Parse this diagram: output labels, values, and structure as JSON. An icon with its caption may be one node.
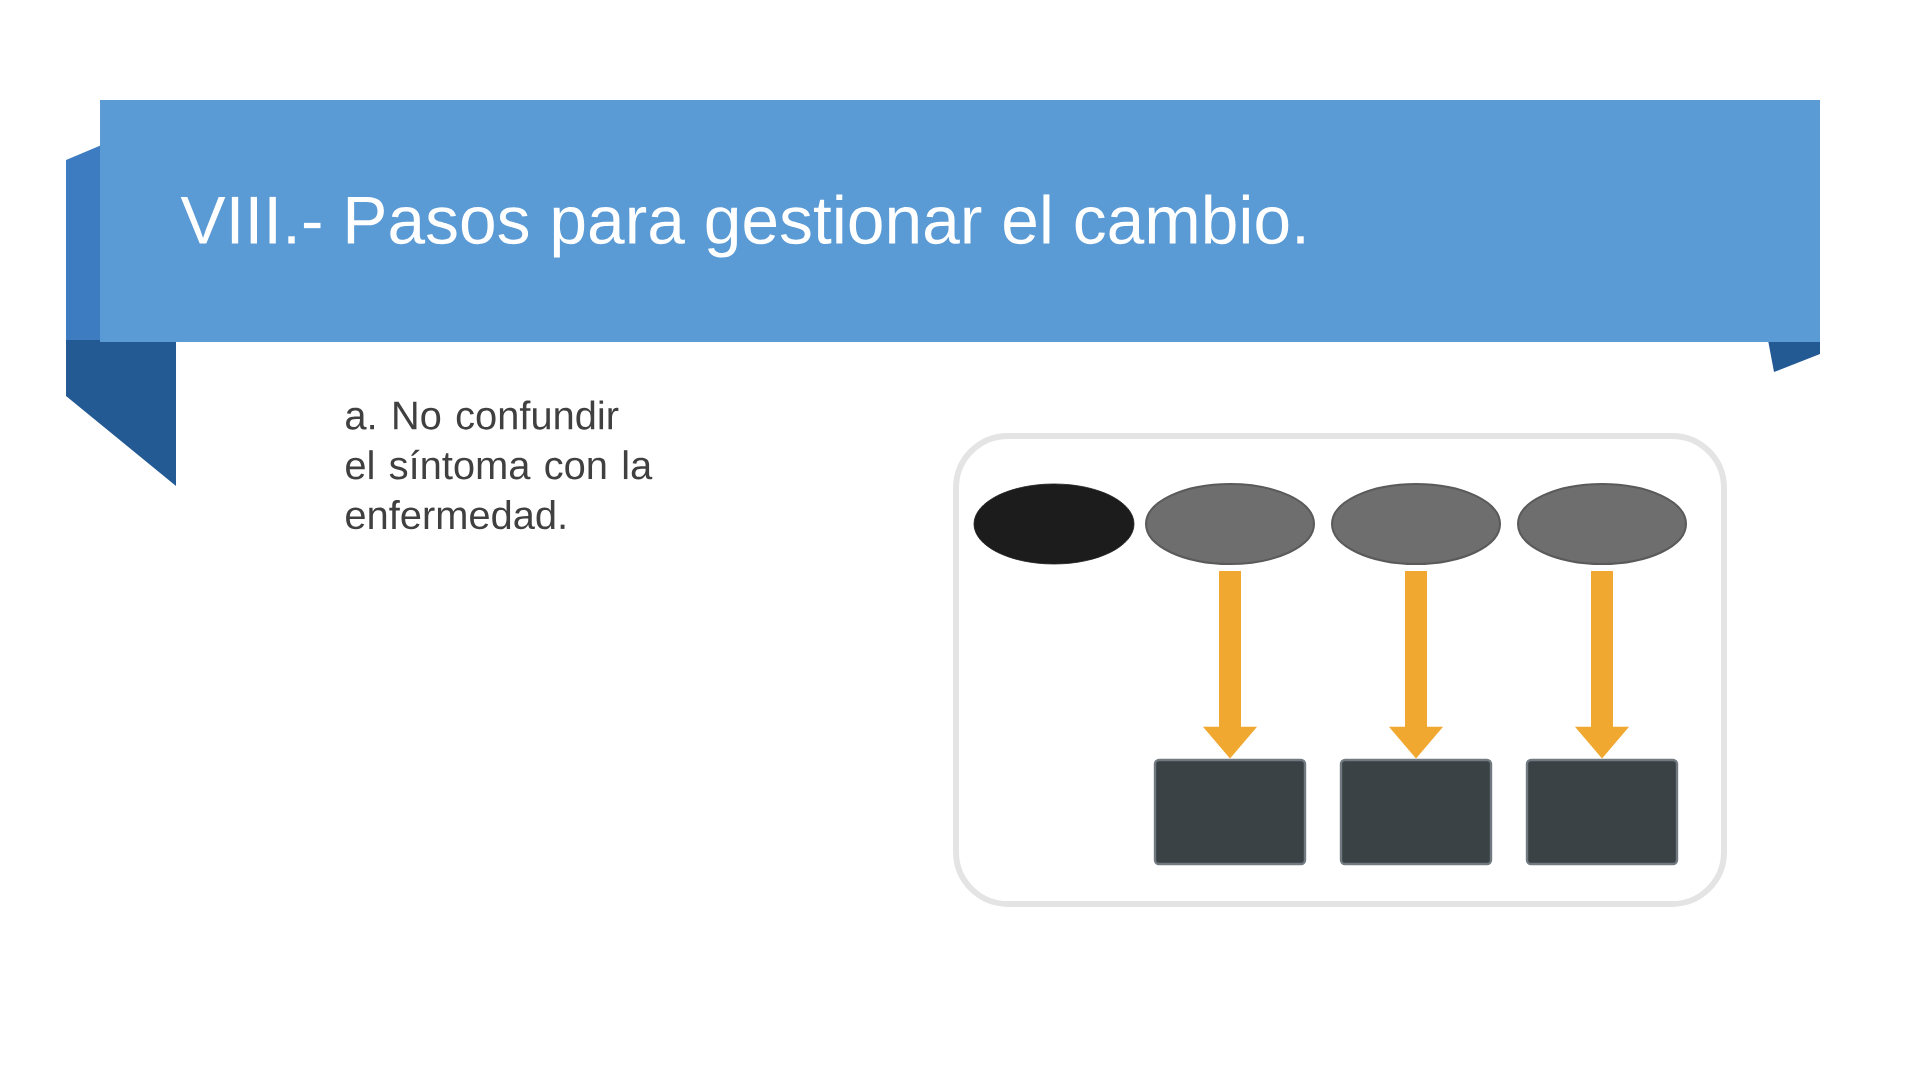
{
  "diagram": {
    "title": "VIII.- Pasos para gestionar el cambio.",
    "nodes": [
      {
        "text": [],
        "shape": "box"
      },
      {
        "text": [],
        "shape": "ellipse",
        "in": 0
      },
      {
        "text": [],
        "shape": "ellipse",
        "in": 0
      },
      {
        "text": [],
        "shape": "ellipse",
        "in": 0
      },
      {
        "text": [],
        "shape": "ellipse",
        "in": 0
      },
      {
        "text": [],
        "shape": "box",
        "in": 0
      },
      {
        "text": [],
        "shape": "box",
        "in": 0
      },
      {
        "text": [],
        "shape": "box",
        "in": 0
      }
    ],
    "edges": [
      {
        "from": 2,
        "to": 5,
        "arrow": "to"
      },
      {
        "from": 3,
        "to": 6,
        "arrow": "to"
      },
      {
        "from": 4,
        "to": 7,
        "arrow": "to"
      }
    ],
    "labels": [
      "a. No confundir el síntoma con la enfermedad."
    ]
  }
}
